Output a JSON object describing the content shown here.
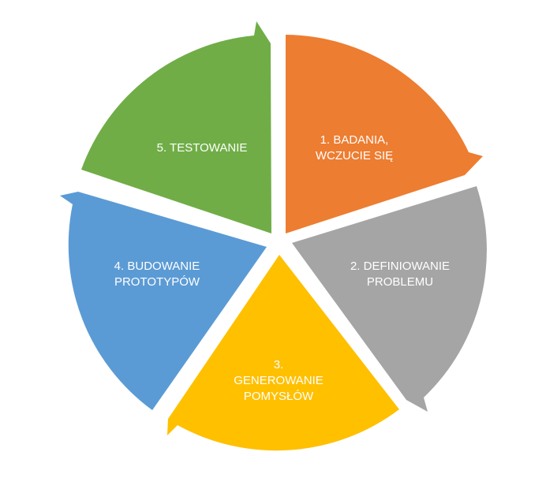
{
  "diagram": {
    "type": "cycle",
    "segments": [
      {
        "id": "badania",
        "lines": [
          "1. BADANIA,",
          "WCZUCIE SIĘ"
        ],
        "color": "#ED7D31"
      },
      {
        "id": "definiowanie",
        "lines": [
          "2. DEFINIOWANIE",
          "PROBLEMU"
        ],
        "color": "#A5A5A5"
      },
      {
        "id": "generowanie",
        "lines": [
          "3.",
          "GENEROWANIE",
          "POMYSŁÓW"
        ],
        "color": "#FFC000"
      },
      {
        "id": "budowanie",
        "lines": [
          "4. BUDOWANIE",
          "PROTOTYPÓW"
        ],
        "color": "#5B9BD5"
      },
      {
        "id": "testowanie",
        "lines": [
          "5. TESTOWANIE"
        ],
        "color": "#70AD47"
      }
    ]
  }
}
